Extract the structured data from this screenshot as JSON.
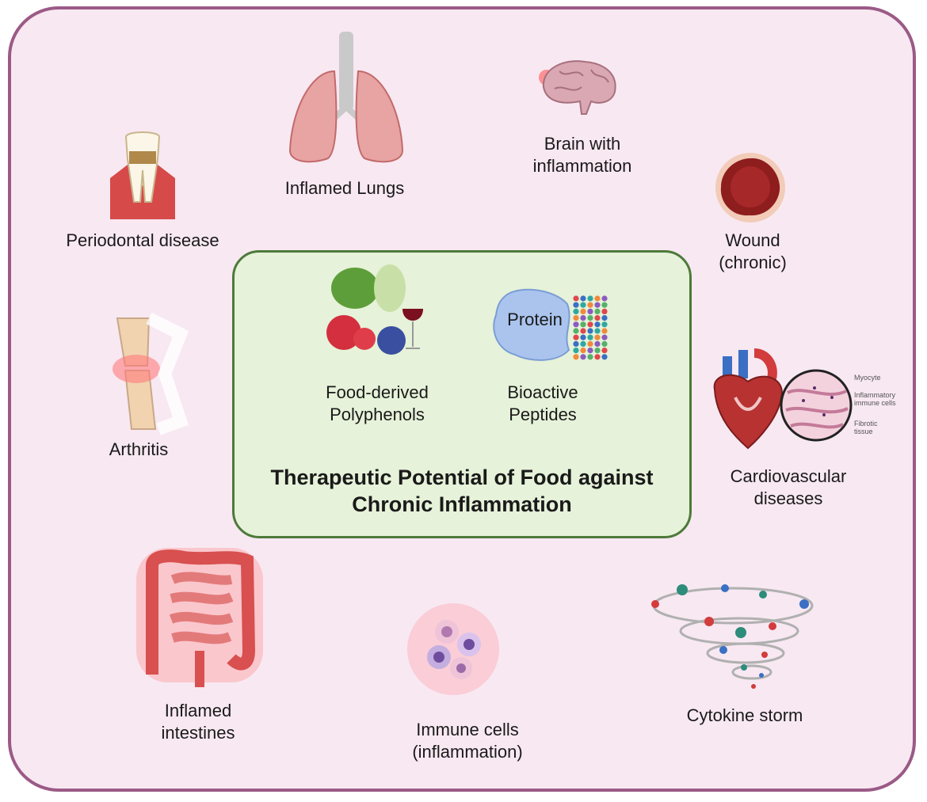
{
  "center": {
    "polyphenols_label": "Food-derived\nPolyphenols",
    "peptides_label": "Bioactive\nPeptides",
    "protein_text": "Protein",
    "title": "Therapeutic Potential of Food against\nChronic Inflammation"
  },
  "conditions": {
    "lungs": "Inflamed Lungs",
    "brain": "Brain with\ninflammation",
    "periodontal": "Periodontal disease",
    "wound": "Wound\n(chronic)",
    "arthritis": "Arthritis",
    "cardio": "Cardiovascular\ndiseases",
    "intestines": "Inflamed\nintestines",
    "immune": "Immune cells\n(inflammation)",
    "cytokine": "Cytokine storm"
  },
  "histology_labels": {
    "myocyte": "Myocyte",
    "immune_cells": "Inflammatory\nimmune cells",
    "fibrotic": "Fibrotic\ntissue"
  },
  "colors": {
    "frame_border": "#9b5a86",
    "frame_fill": "#f8e8f2",
    "center_border": "#4d7a3a",
    "center_fill": "#e6f2d9",
    "inflammation_red": "#e0484c"
  }
}
